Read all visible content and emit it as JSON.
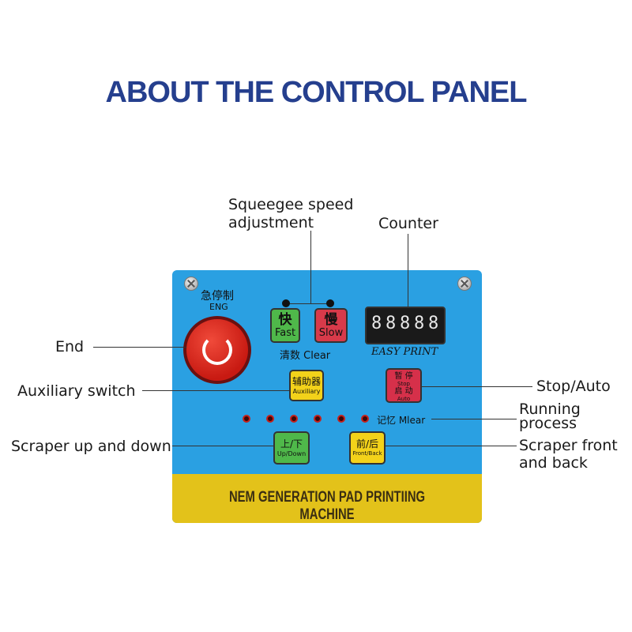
{
  "title": "ABOUT THE CONTROL PANEL",
  "labels": {
    "squeegee": "Squeegee speed adjustment",
    "squeegee_l1": "Squeegee speed",
    "squeegee_l2": "adjustment",
    "counter": "Counter",
    "end": "End",
    "auxiliary": "Auxiliary switch",
    "stop_auto": "Stop/Auto",
    "running_l1": "Running",
    "running_l2": "process",
    "scraper_ud": "Scraper up and down",
    "scraper_fb_l1": "Scraper front",
    "scraper_fb_l2": "and back"
  },
  "panel": {
    "estop_cn": "急停制",
    "estop_en": "ENG",
    "fast_cn": "快",
    "fast_en": "Fast",
    "slow_cn": "慢",
    "slow_en": "Slow",
    "clear": "清数 Clear",
    "display_digits": [
      "8",
      "8",
      "8",
      "8",
      "8"
    ],
    "brand": "EASY  PRINT",
    "aux_cn": "辅助器",
    "aux_en": "Auxiliary",
    "stop_cn_top": "暂 停",
    "stop_en": "Stop",
    "start_cn": "启 动",
    "auto_en": "Auto",
    "memory": "记忆 Mlear",
    "updown_cn": "上/下",
    "updown_en": "Up/Down",
    "frontback_cn": "前/后",
    "frontback_en": "Front/Back",
    "band_text": "NEM GENERATION PAD PRINTIING MACHINE"
  },
  "colors": {
    "title": "#253f8e",
    "panel": "#2aa0e2",
    "band": "#e3c21a",
    "fast": "#4fb84a",
    "slow": "#d83a4a",
    "yellow_button": "#f3d21a",
    "red_button": "#d6304a",
    "green_button": "#4fb84a"
  },
  "leds": 6
}
